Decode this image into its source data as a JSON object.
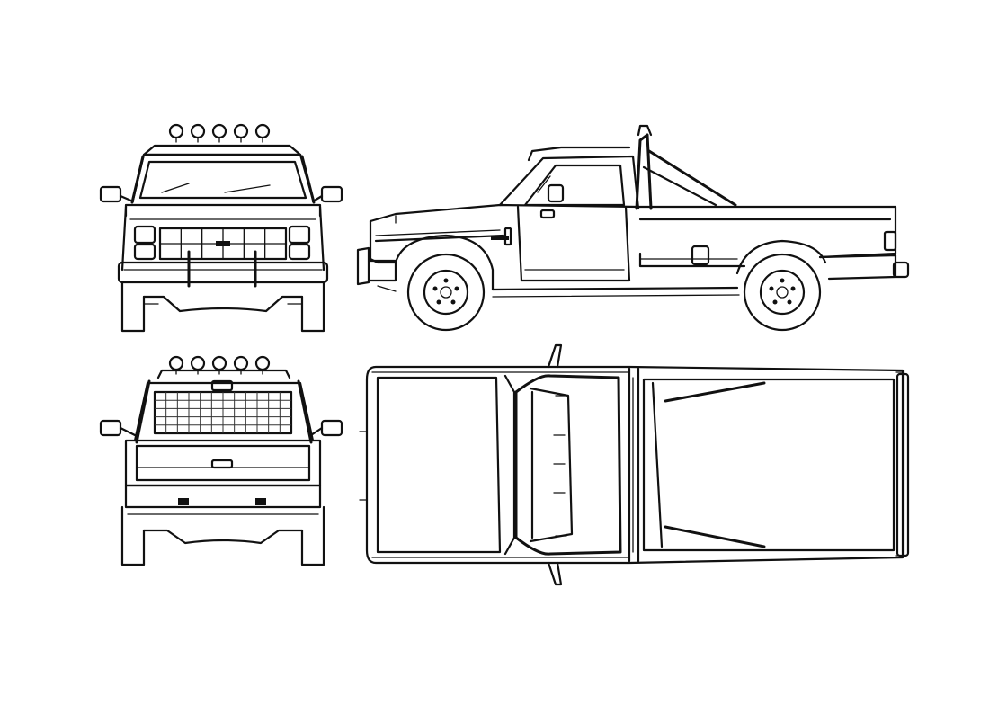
{
  "diagram": {
    "views": [
      "front",
      "side",
      "rear",
      "top"
    ],
    "stroke_color": "#111111",
    "background": "#ffffff",
    "roof_lights_front": 5,
    "roof_lights_rear": 5,
    "rear_window_grid": {
      "rows": 5,
      "cols": 12
    },
    "grille_grid": {
      "rows": 2,
      "cols": 6
    }
  }
}
